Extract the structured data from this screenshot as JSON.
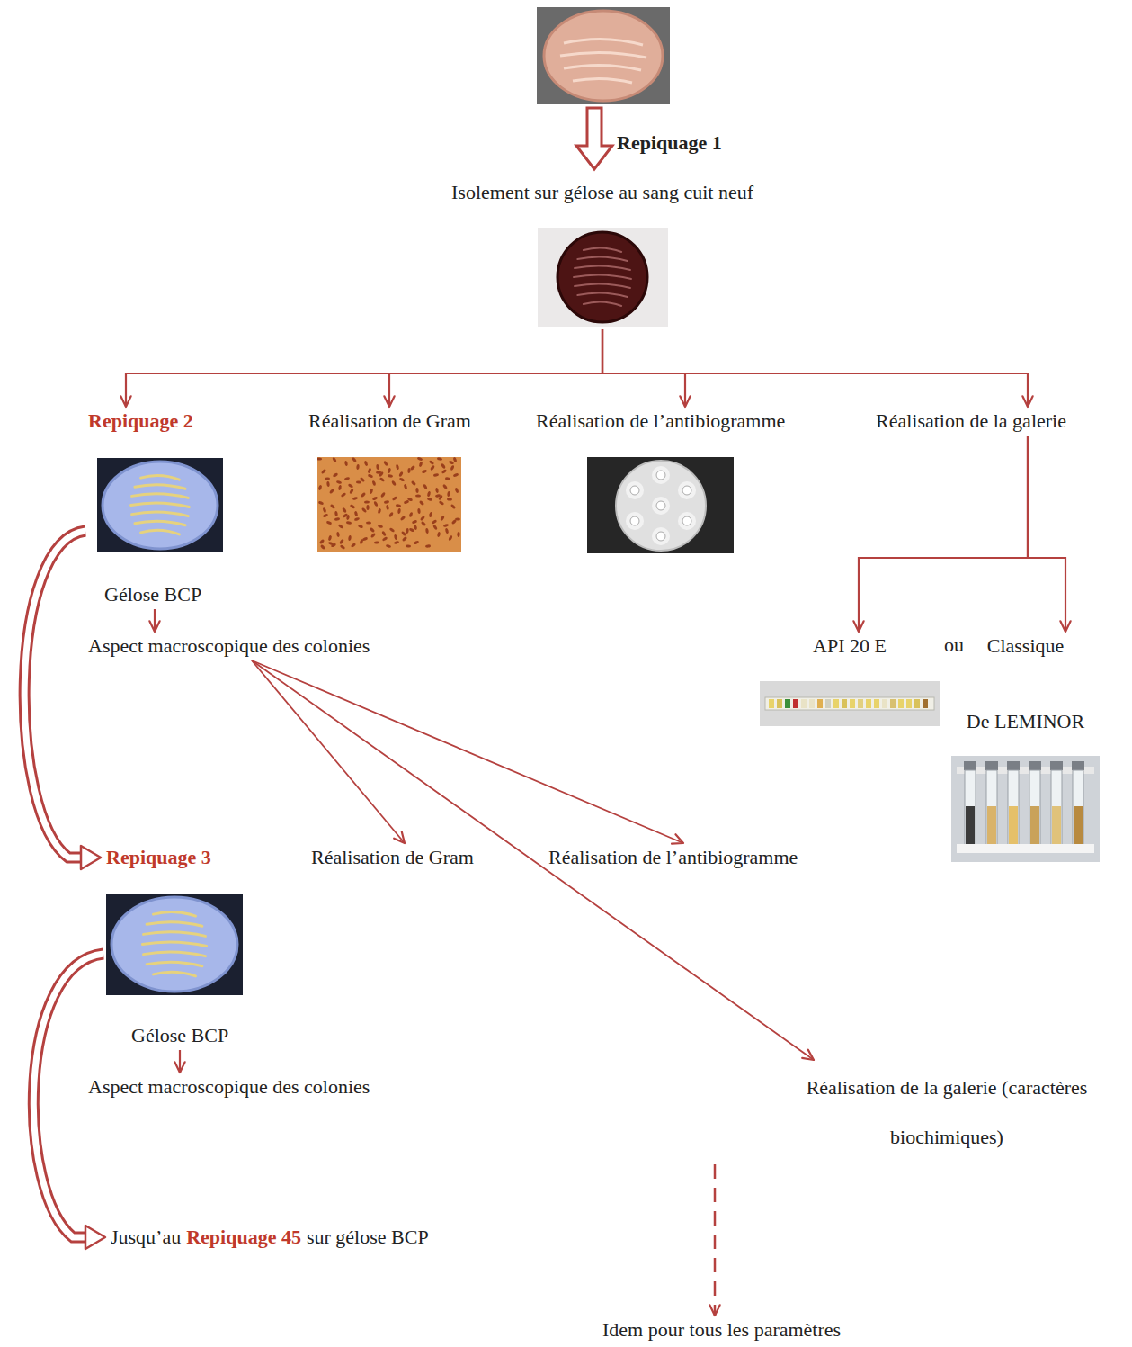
{
  "diagram": {
    "nodes": [
      {
        "text": [
          "Isolement sur gélose au sang cuit neuf"
        ]
      },
      {
        "text": [
          "Repiquage 2"
        ]
      },
      {
        "text": [
          "Réalisation de Gram"
        ]
      },
      {
        "text": [
          "Réalisation de l’antibiogramme"
        ]
      },
      {
        "text": [
          "Réalisation de la galerie"
        ]
      },
      {
        "text": [
          "Gélose BCP"
        ]
      },
      {
        "text": [
          "Aspect macroscopique des colonies"
        ]
      },
      {
        "text": [
          "API 20 E"
        ]
      },
      {
        "text": [
          "Classique",
          "De LEMINOR"
        ]
      },
      {
        "text": [
          "Repiquage 3"
        ]
      },
      {
        "text": [
          "Réalisation de Gram"
        ]
      },
      {
        "text": [
          "Réalisation de l’antibiogramme"
        ]
      },
      {
        "text": [
          "Gélose BCP"
        ]
      },
      {
        "text": [
          "Aspect macroscopique des colonies"
        ]
      },
      {
        "text": [
          "Réalisation de la galerie (caractères biochimiques)"
        ]
      },
      {
        "text": [
          "Jusqu’au",
          "Repiquage 45",
          "sur gélose BCP"
        ]
      },
      {
        "text": [
          "Idem pour tous les paramètres"
        ]
      }
    ],
    "edges": [
      {
        "from": 0,
        "to": 1,
        "arrow": "to"
      },
      {
        "from": 0,
        "to": 2,
        "arrow": "to"
      },
      {
        "from": 0,
        "to": 3,
        "arrow": "to"
      },
      {
        "from": 0,
        "to": 4,
        "arrow": "to"
      },
      {
        "from": 4,
        "to": 7,
        "arrow": "to"
      },
      {
        "from": 4,
        "to": 8,
        "arrow": "to"
      },
      {
        "from": 5,
        "to": 6,
        "arrow": "to"
      },
      {
        "from": 1,
        "to": 9,
        "arrow": "to"
      },
      {
        "from": 6,
        "to": 10,
        "arrow": "to"
      },
      {
        "from": 6,
        "to": 11,
        "arrow": "to"
      },
      {
        "from": 6,
        "to": 14,
        "arrow": "to"
      },
      {
        "from": 12,
        "to": 13,
        "arrow": "to"
      },
      {
        "from": 9,
        "to": 15,
        "arrow": "to"
      },
      {
        "from": 14,
        "to": 16,
        "arrow": "to"
      }
    ],
    "labels": [
      "Repiquage 1",
      "ou"
    ]
  }
}
